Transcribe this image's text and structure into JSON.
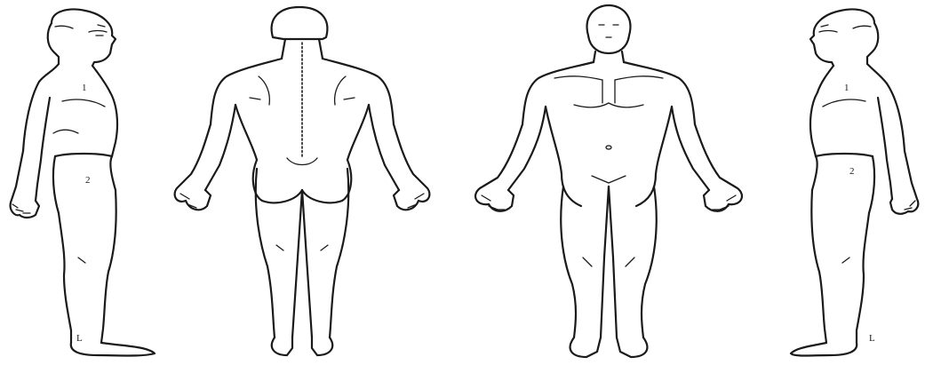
{
  "figures": [
    {
      "view": "right-side",
      "marks": [
        "1",
        "2",
        "L"
      ]
    },
    {
      "view": "back",
      "marks": []
    },
    {
      "view": "front",
      "marks": []
    },
    {
      "view": "left-side",
      "marks": [
        "1",
        "2",
        "L"
      ]
    }
  ],
  "colors": {
    "line": "#1a1a1a",
    "background": "#ffffff"
  }
}
